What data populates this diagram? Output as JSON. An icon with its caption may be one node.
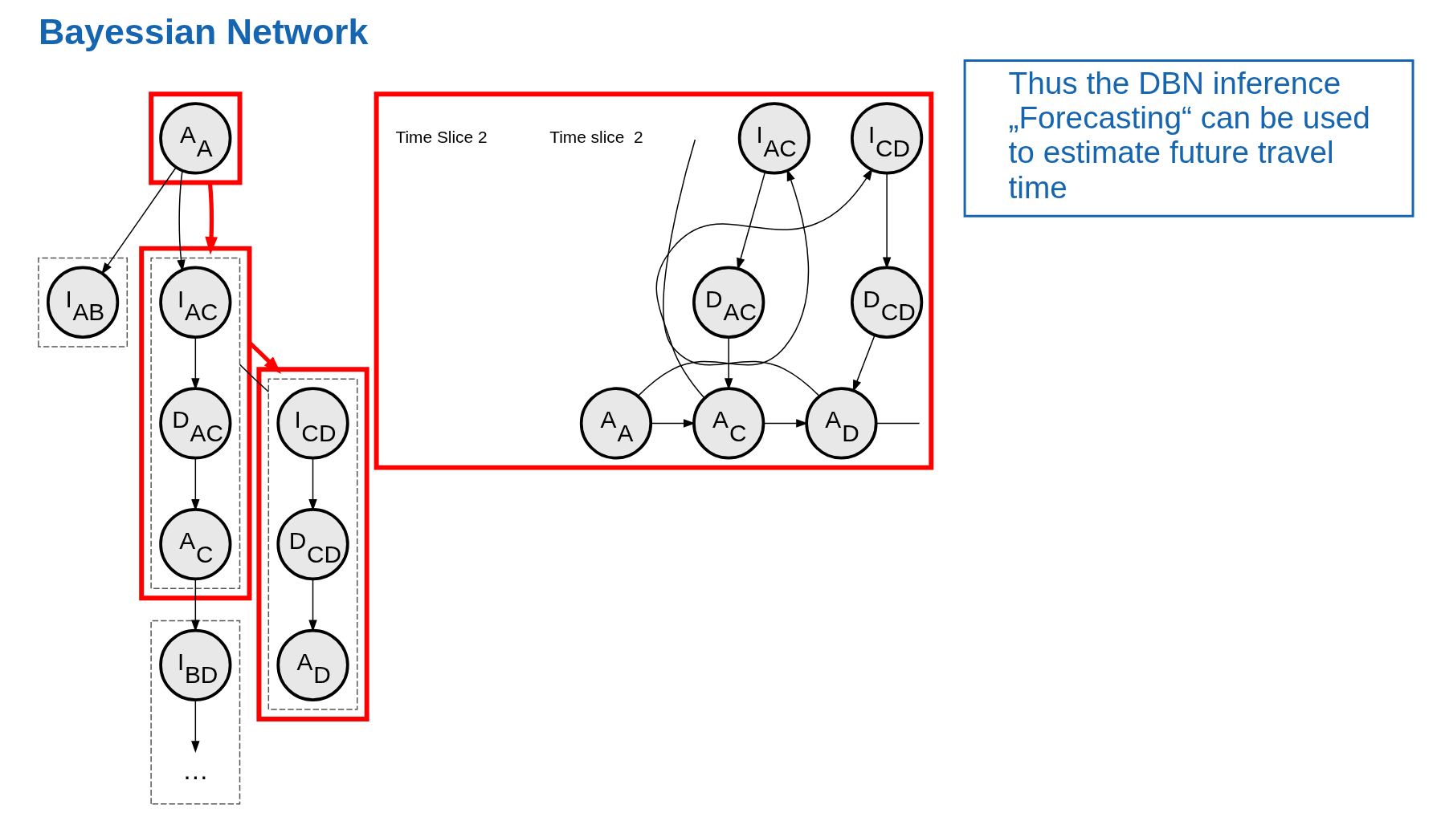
{
  "diagram": {
    "title": "Bayessian Network",
    "nodes": [
      {
        "text": [],
        "shape": "box"
      },
      {
        "text": [
          "A$_{A}$"
        ],
        "in": 0
      },
      {
        "text": [],
        "shape": "box"
      },
      {
        "text": [
          "I$_{AB}$"
        ],
        "in": 2
      },
      {
        "text": [],
        "shape": "box"
      },
      {
        "text": [],
        "shape": "box",
        "in": 4
      },
      {
        "text": [
          "I$_{AC}$"
        ],
        "in": 5
      },
      {
        "text": [
          "D$_{AC}$"
        ],
        "in": 5
      },
      {
        "text": [
          "A$_{C}$"
        ],
        "in": 5
      },
      {
        "text": [],
        "shape": "box"
      },
      {
        "text": [
          "I$_{BD}$"
        ],
        "in": 9
      },
      {
        "text": [
          "…"
        ],
        "in": 9
      },
      {
        "text": [],
        "shape": "box"
      },
      {
        "text": [],
        "shape": "box",
        "in": 12
      },
      {
        "text": [
          "I$_{CD}$"
        ],
        "in": 13
      },
      {
        "text": [
          "D$_{CD}$"
        ],
        "in": 13
      },
      {
        "text": [
          "A$_{D}$"
        ],
        "in": 13
      },
      {
        "text": [],
        "shape": "box"
      },
      {
        "text": [
          "A$_{A}$"
        ],
        "in": 17
      },
      {
        "text": [
          "I$_{AC}$"
        ],
        "in": 17
      },
      {
        "text": [
          "D$_{AC}$"
        ],
        "in": 17
      },
      {
        "text": [
          "A$_{C}$"
        ],
        "in": 17
      },
      {
        "text": [
          "I$_{CD}$"
        ],
        "in": 17
      },
      {
        "text": [
          "D$_{CD}$"
        ],
        "in": 17
      },
      {
        "text": [
          "A$_{D}$"
        ],
        "in": 17
      },
      {
        "text": [
          "Thus the DBN inference „Forecasting“ can be used to estimate future travel time"
        ]
      }
    ],
    "edges": [
      {
        "from": 1,
        "to": 3,
        "arrow": "to"
      },
      {
        "from": 1,
        "to": 6,
        "arrow": "to"
      },
      {
        "from": 6,
        "to": 7,
        "arrow": "to"
      },
      {
        "from": 7,
        "to": 8,
        "arrow": "to"
      },
      {
        "from": 8,
        "to": 10,
        "arrow": "to"
      },
      {
        "from": 10,
        "to": 11,
        "arrow": "to"
      },
      {
        "from": 5,
        "to": 13,
        "arrow": "none"
      },
      {
        "from": 14,
        "to": 15,
        "arrow": "to"
      },
      {
        "from": 15,
        "to": 16,
        "arrow": "to"
      },
      {
        "from": 0,
        "to": 4,
        "arrow": "to",
        "style": "thick",
        "color": "#ff0000"
      },
      {
        "from": 4,
        "to": 12,
        "arrow": "to",
        "style": "thick",
        "color": "#ff0000"
      },
      {
        "from": 18,
        "to": 19,
        "arrow": "to"
      },
      {
        "from": 18,
        "to": 21,
        "arrow": "to"
      },
      {
        "from": 19,
        "to": 20,
        "arrow": "to"
      },
      {
        "from": 20,
        "to": 21,
        "arrow": "to"
      },
      {
        "from": 21,
        "to": 22,
        "arrow": "to"
      },
      {
        "from": 21,
        "to": 24,
        "arrow": "to"
      },
      {
        "from": 22,
        "to": 23,
        "arrow": "to"
      },
      {
        "from": 23,
        "to": 24,
        "arrow": "to"
      },
      {
        "from": 24,
        "to": null,
        "arrow": "none"
      },
      {
        "from": 24,
        "to": null,
        "arrow": "none"
      }
    ],
    "labels": [
      "Time slice  2",
      "Time Slice 2"
    ]
  }
}
